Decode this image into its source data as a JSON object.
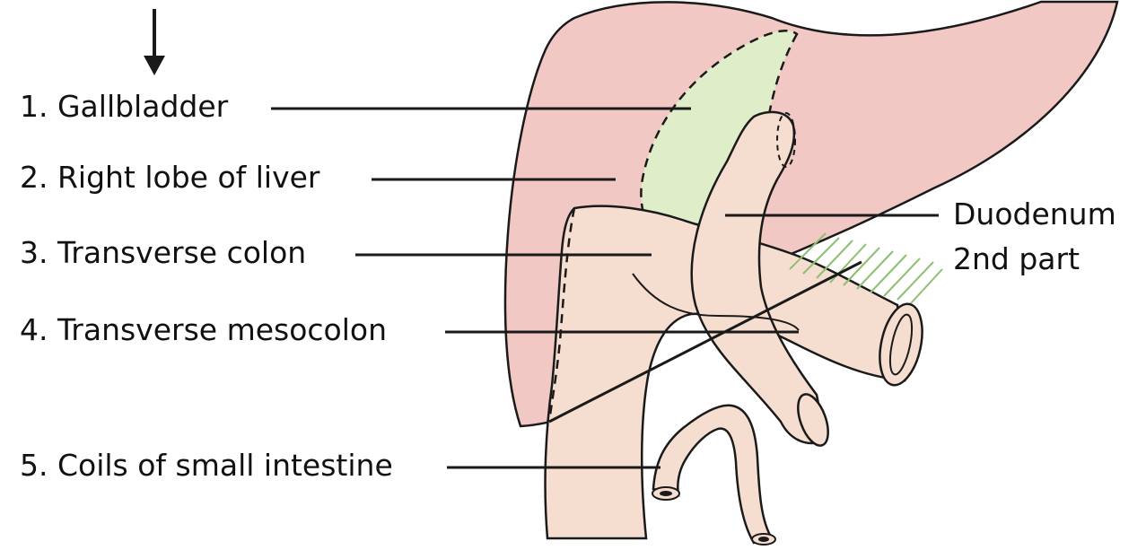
{
  "labels": [
    "1. Gallbladder",
    "2. Right lobe of liver",
    "3. Transverse colon",
    "4. Transverse mesocolon",
    "5. Coils of small intestine"
  ],
  "right_label": {
    "line1": "Duodenum",
    "line2": "2nd part"
  },
  "colors": {
    "liver": "#f1c8c3",
    "gallbladder": "#dfeec8",
    "bowel": "#f5ddd0",
    "outline": "#1a1a1a",
    "mesentery": "#a9cc92"
  }
}
